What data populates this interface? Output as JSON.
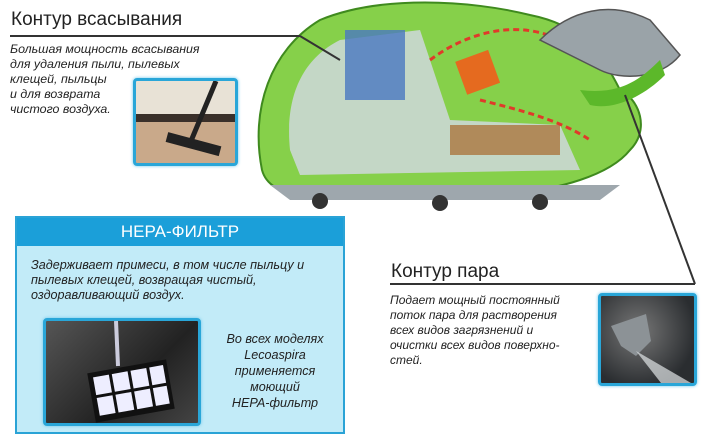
{
  "suction": {
    "title": "Контур всасывания",
    "text_lines": [
      "Большая мощность всасывания",
      "для удаления пыли, пылевых",
      "клещей, пыльцы",
      "и для возврата",
      "чистого воздуха."
    ]
  },
  "hepa": {
    "title": "НЕРА-ФИЛЬТР",
    "text_lines": [
      "Задерживает примеси, в том числе пыльцу и",
      "пылевых клещей, возвращая чистый,",
      "оздоравливающий воздух."
    ],
    "note_lines": [
      "Во всех моделях",
      "Lecoaspira",
      "применяется",
      "моющий",
      "HEPA-фильтр"
    ]
  },
  "steam": {
    "title": "Контур пара",
    "text_lines": [
      "Подает мощный постоянный",
      "поток пара для растворения",
      "всех видов загрязнений и",
      "очистки всех видов поверхно-",
      "стей."
    ]
  },
  "colors": {
    "accent_blue": "#1b9fd9",
    "panel_blue": "#c2ebf8",
    "body_green": "#7ccc3a"
  }
}
